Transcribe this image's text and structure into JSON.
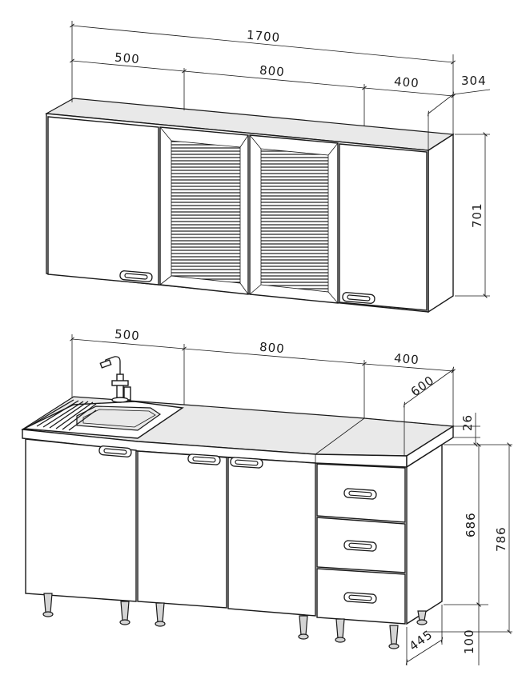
{
  "upper_cabinets": {
    "dimensions": {
      "total_width": "1700",
      "left_width": "500",
      "middle_width": "800",
      "right_width": "400",
      "depth": "304",
      "height": "701"
    }
  },
  "lower_cabinets": {
    "dimensions": {
      "left_width": "500",
      "middle_width": "800",
      "right_width": "400",
      "depth": "600",
      "countertop_thickness": "26",
      "body_height": "686",
      "total_height": "786",
      "leg_height": "100",
      "leg_offset": "445"
    }
  }
}
